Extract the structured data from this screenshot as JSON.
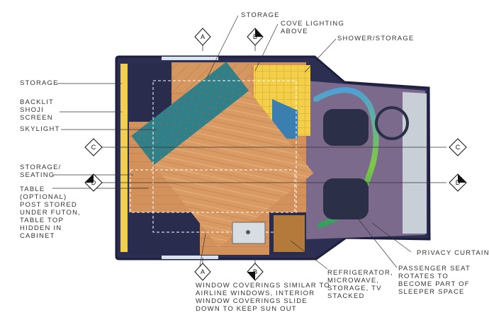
{
  "labels": {
    "storage_top": "STORAGE",
    "cove_lighting": [
      "COVE LIGHTING",
      "ABOVE"
    ],
    "shower_storage": "SHOWER/STORAGE",
    "storage_left": "STORAGE",
    "backlit_shoji": [
      "BACKLIT",
      "SHOJI",
      "SCREEN"
    ],
    "skylight": "SKYLIGHT",
    "storage_seating": [
      "STORAGE/",
      "SEATING"
    ],
    "table": [
      "TABLE",
      "(OPTIONAL)",
      "POST STORED",
      "UNDER FUTON,",
      "TABLE TOP",
      "HIDDEN IN",
      "CABINET"
    ],
    "privacy_curtain": "PRIVACY CURTAIN",
    "passenger_seat": [
      "PASSENGER SEAT",
      "ROTATES TO",
      "BECOME PART OF",
      "SLEEPER SPACE"
    ],
    "refrigerator": [
      "REFRIGERATOR,",
      "MICROWAVE,",
      "STORAGE, TV",
      "STACKED"
    ],
    "window_coverings": [
      "WINDOW COVERINGS SIMILAR TO",
      "AIRLINE WINDOWS, INTERIOR",
      "WINDOW COVERINGS SLIDE",
      "DOWN TO KEEP SUN OUT"
    ]
  },
  "section_markers": {
    "a_top": "A",
    "b_top": "B",
    "c_left": "C",
    "d_left": "D",
    "c_right": "C",
    "d_right": "D",
    "a_bottom": "A",
    "b_bottom": "B"
  }
}
